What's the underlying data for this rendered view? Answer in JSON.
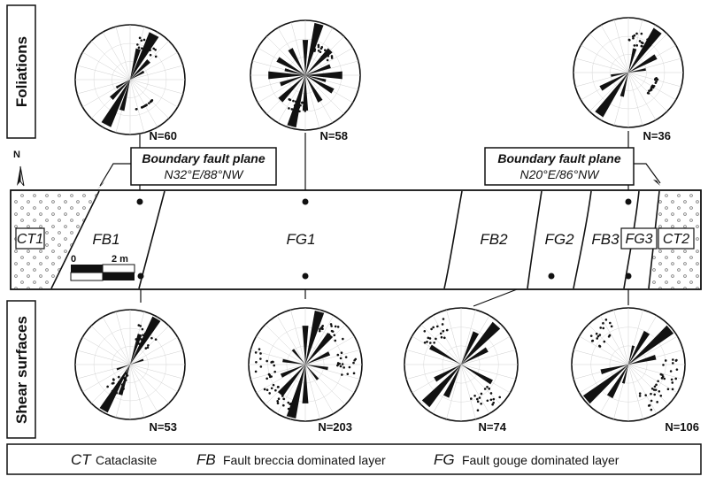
{
  "side_labels": {
    "top": "Foliations",
    "bottom": "Shear surfaces"
  },
  "boundary_planes": [
    {
      "title": "Boundary fault plane",
      "value": "N32°E/88°NW"
    },
    {
      "title": "Boundary fault plane",
      "value": "N20°E/86°NW"
    }
  ],
  "zones": {
    "ct1": "CT1",
    "fb1": "FB1",
    "fg1": "FG1",
    "fb2": "FB2",
    "fg2": "FG2",
    "fb3": "FB3",
    "fg3": "FG3",
    "ct2": "CT2"
  },
  "scale": {
    "start": "0",
    "end": "2 m"
  },
  "north": "N",
  "stereonets": {
    "top": [
      {
        "n": "N=60",
        "center": "FB1"
      },
      {
        "n": "N=58",
        "center": "FG1"
      },
      {
        "n": "N=36",
        "center": "FB3"
      }
    ],
    "bottom": [
      {
        "n": "N=53",
        "center": "FB1"
      },
      {
        "n": "N=203",
        "center": "FG1"
      },
      {
        "n": "N=74",
        "center": "FG2"
      },
      {
        "n": "N=106",
        "center": "FG3"
      }
    ]
  },
  "legend": [
    {
      "abbr": "CT",
      "text": "Cataclasite"
    },
    {
      "abbr": "FB",
      "text": "Fault breccia dominated layer"
    },
    {
      "abbr": "FG",
      "text": "Fault gouge dominated layer"
    }
  ]
}
